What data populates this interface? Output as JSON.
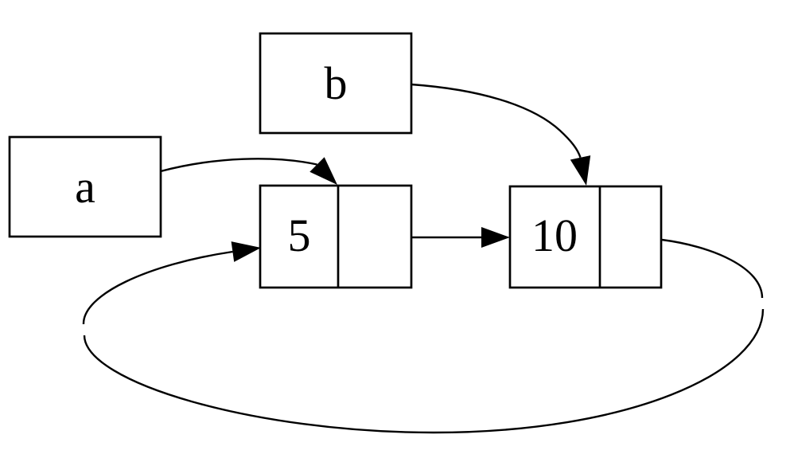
{
  "diagram": {
    "type": "box-and-pointer",
    "background_color": "#ffffff",
    "stroke_color": "#000000",
    "variables": [
      {
        "id": "a",
        "label": "a"
      },
      {
        "id": "b",
        "label": "b"
      }
    ],
    "cells": [
      {
        "id": "cell-5",
        "value": "5"
      },
      {
        "id": "cell-10",
        "value": "10"
      }
    ],
    "edges": [
      {
        "from": "a",
        "to": "cell-5",
        "style": "curved",
        "arrow": "solid-triangle"
      },
      {
        "from": "b",
        "to": "cell-10",
        "style": "curved",
        "arrow": "solid-triangle"
      },
      {
        "from": "cell-5.next",
        "to": "cell-10",
        "style": "straight",
        "arrow": "solid-triangle"
      },
      {
        "from": "cell-10.next",
        "to": "cell-5",
        "style": "loop-around-bottom",
        "arrow": "solid-triangle"
      }
    ]
  }
}
